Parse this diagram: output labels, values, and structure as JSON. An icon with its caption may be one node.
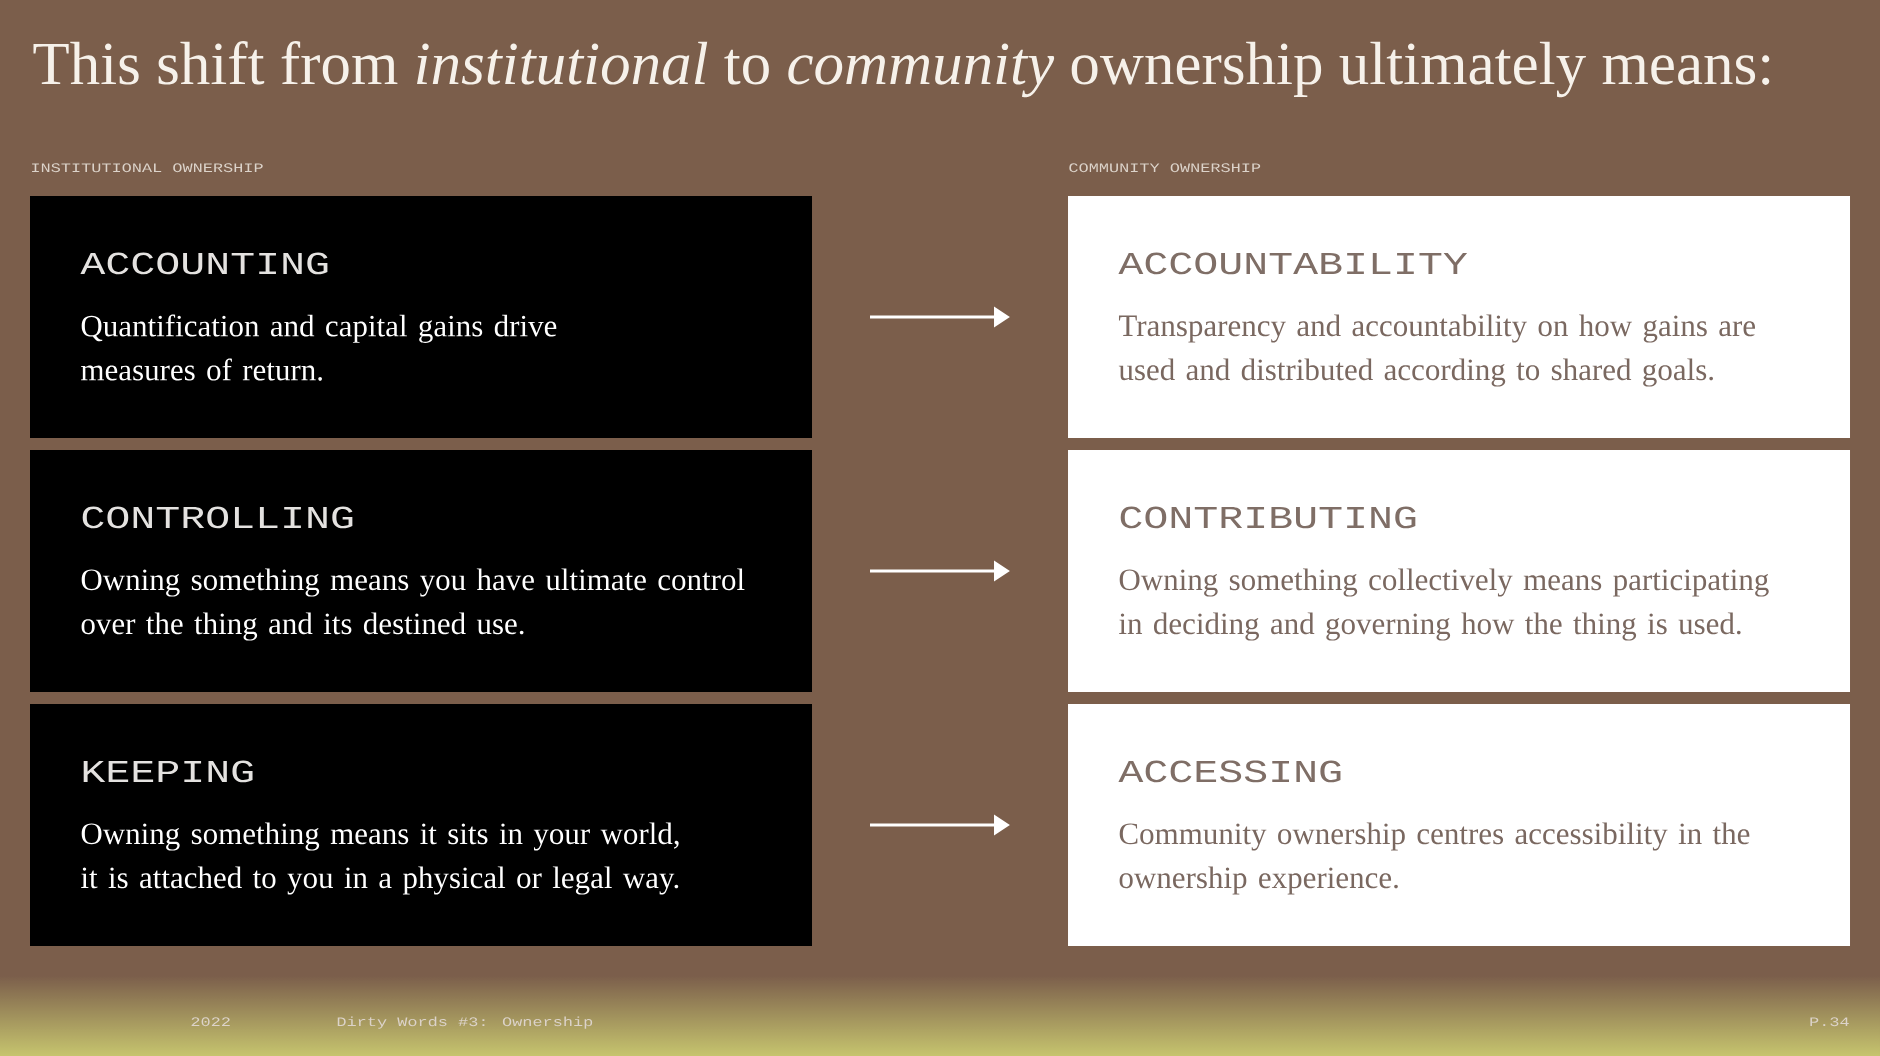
{
  "diagram": {
    "title": "This shift from *institutional* to *community* ownership ultimately means:",
    "nodes": [
      {
        "text": [
          "ACCOUNTING",
          "Quantification and capital gains drive measures of return."
        ]
      },
      {
        "text": [
          "ACCOUNTABILITY",
          "Transparency and accountability on how gains are used and distributed according to shared goals."
        ]
      },
      {
        "text": [
          "CONTROLLING",
          "Owning something means you have ultimate control over the thing and its destined use."
        ]
      },
      {
        "text": [
          "CONTRIBUTING",
          "Owning something collectively means participating in deciding and governing how the thing is used."
        ]
      },
      {
        "text": [
          "KEEPING",
          "Owning something means it sits in your world, it is attached to you in a physical or legal way."
        ]
      },
      {
        "text": [
          "ACCESSING",
          "Community ownership centres accessibility in the ownership experience."
        ]
      }
    ],
    "edges": [
      {
        "from": 0,
        "to": 1,
        "arrow": "to"
      },
      {
        "from": 2,
        "to": 3,
        "arrow": "to"
      },
      {
        "from": 4,
        "to": 5,
        "arrow": "to"
      }
    ],
    "labels": [
      "INSTITUTIONAL OWNERSHIP",
      "COMMUNITY OWNERSHIP",
      "2022",
      "Dirty Words #3: Ownership",
      "P.34"
    ]
  }
}
